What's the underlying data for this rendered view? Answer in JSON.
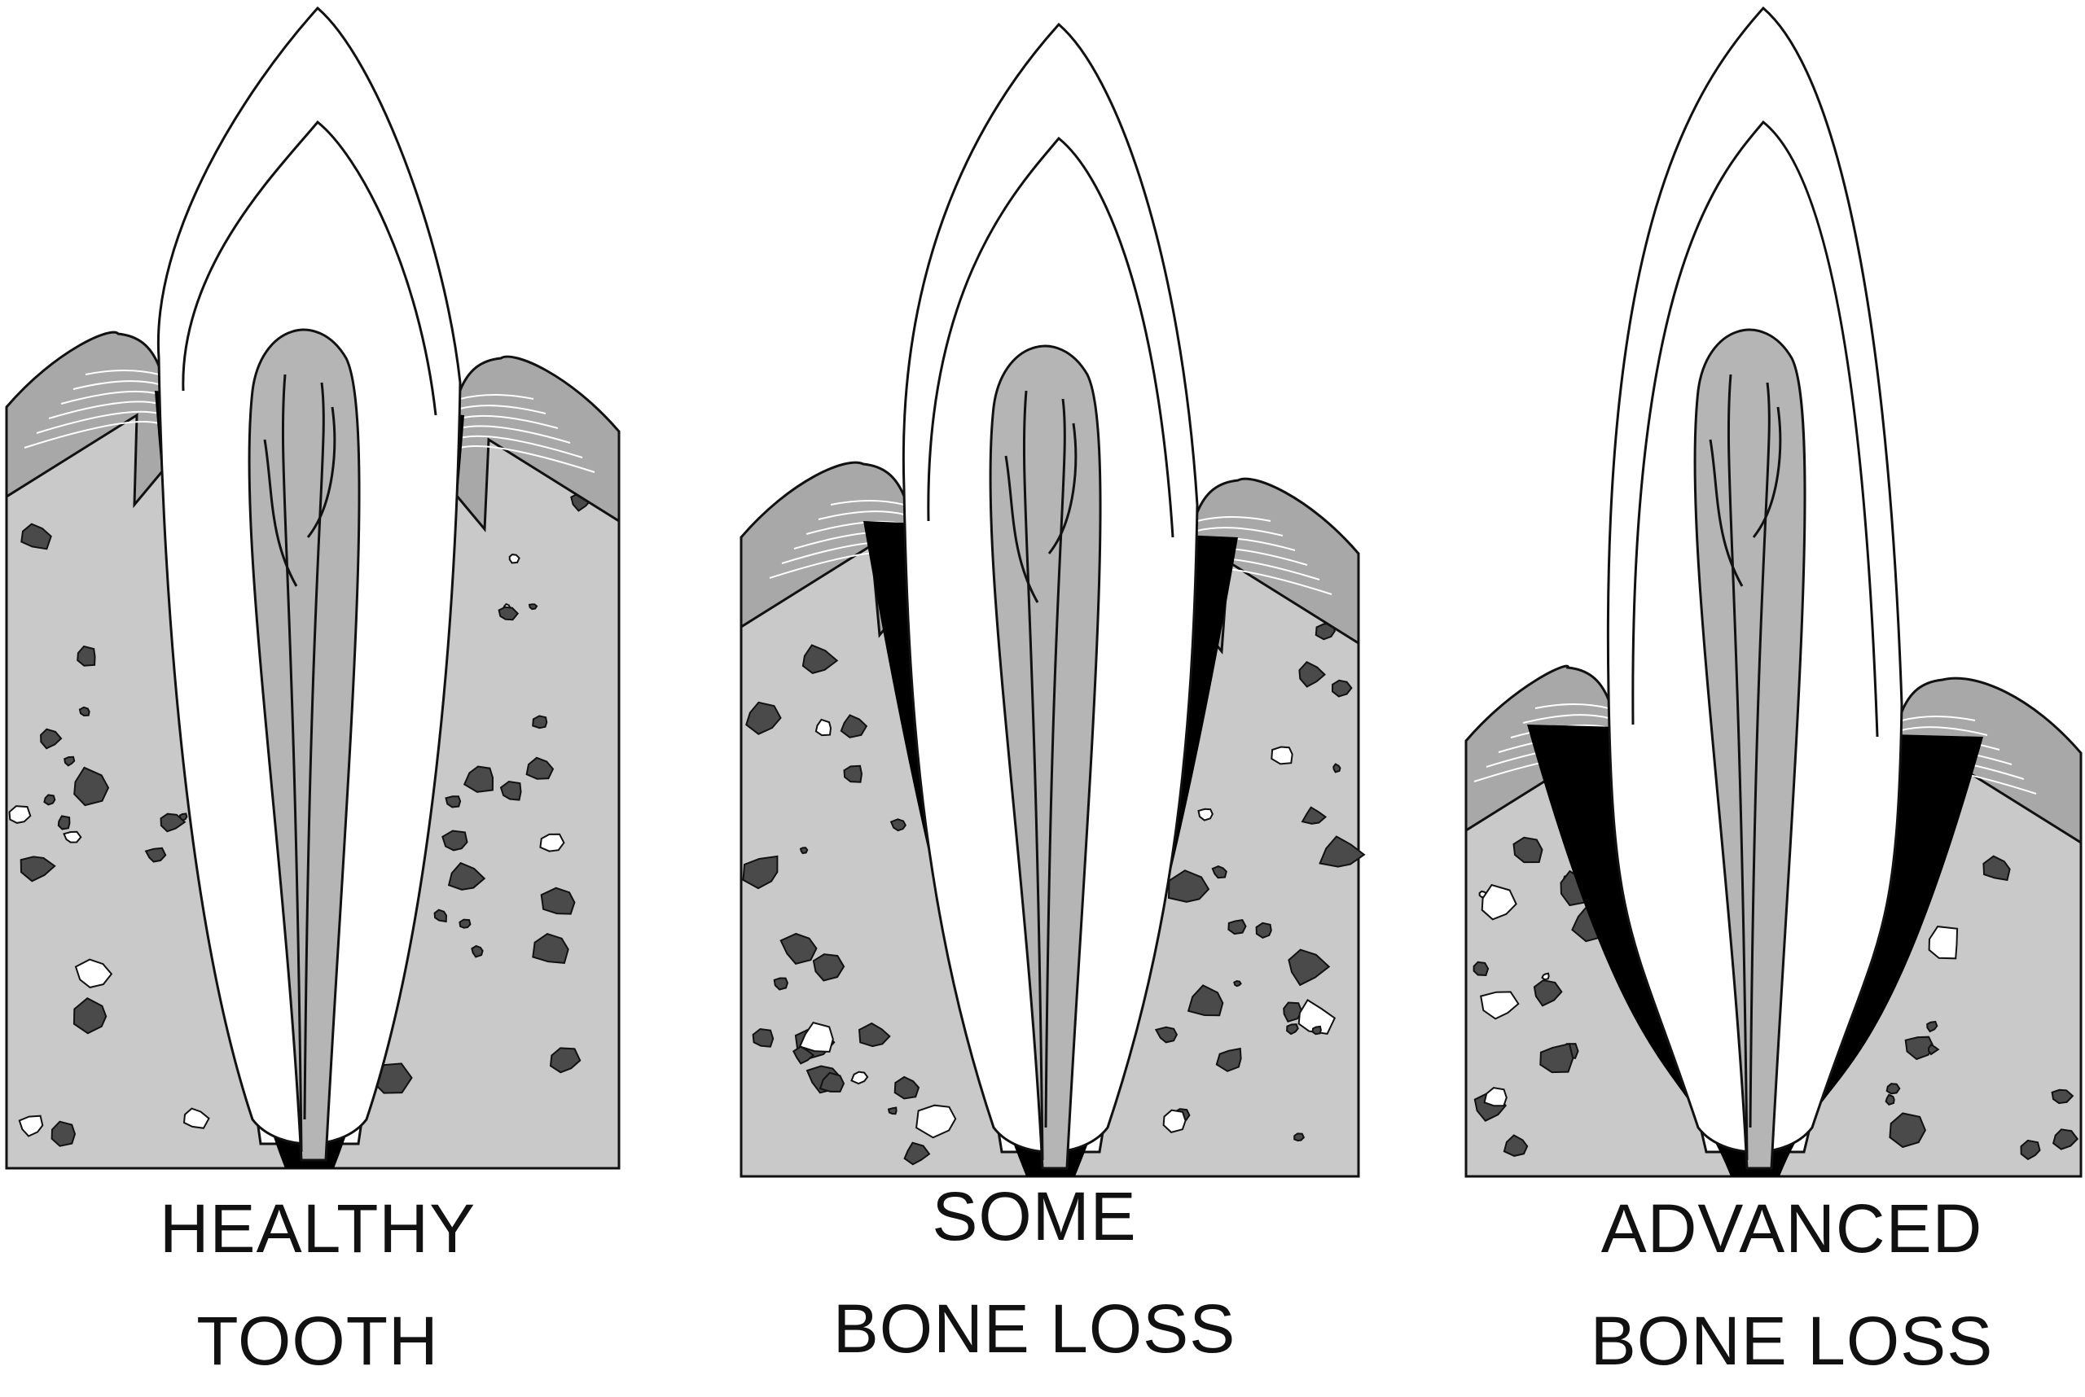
{
  "panels": [
    {
      "id": "healthy",
      "caption_line1": "HEALTHY",
      "caption_line2": "TOOTH"
    },
    {
      "id": "some",
      "caption_line1": "SOME",
      "caption_line2": "BONE LOSS"
    },
    {
      "id": "advanced",
      "caption_line1": "ADVANCED",
      "caption_line2": "BONE LOSS"
    }
  ],
  "colors": {
    "outline": "#111111",
    "enamel": "#ffffff",
    "bone": "#c9c9c9",
    "gum": "#a8a8a8",
    "gum_dark": "#8c8c8c",
    "pulp": "#b5b5b5",
    "pocket": "#000000",
    "pores": "#4a4a4a"
  }
}
